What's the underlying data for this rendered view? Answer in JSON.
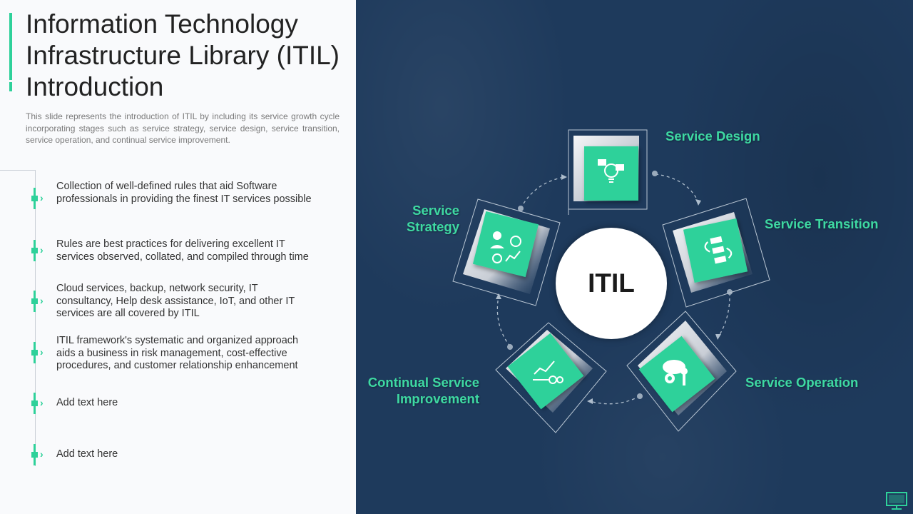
{
  "slide": {
    "title": "Information Technology Infrastructure Library (ITIL) Introduction",
    "description": "This slide represents the introduction of ITIL by including its service growth cycle incorporating stages such as service strategy, service design, service transition, service operation, and continual service improvement.",
    "bullets": [
      "Collection of well-defined rules that aid Software professionals in providing the finest IT services possible",
      "Rules are best practices for delivering excellent IT services observed, collated, and compiled through time",
      "Cloud services, backup, network security, IT consultancy, Help desk assistance, IoT, and other IT services are all covered by ITIL",
      "ITIL framework's systematic and organized approach aids a business in risk management, cost-effective procedures, and customer relationship enhancement",
      "Add text here",
      "Add text here"
    ]
  },
  "diagram": {
    "center_label": "ITIL",
    "stages": {
      "design": "Service Design",
      "transition": "Service Transition",
      "operation": "Service Operation",
      "improvement_line1": "Continual Service",
      "improvement_line2": "Improvement",
      "strategy_line1": "Service",
      "strategy_line2": "Strategy"
    },
    "icons": {
      "design": "lightbulb-chat-icon",
      "transition": "process-flow-icon",
      "operation": "cloud-gears-icon",
      "improvement": "growth-chart-gear-icon",
      "strategy": "businessman-dollar-icon"
    }
  },
  "colors": {
    "accent": "#2ed19a",
    "label": "#3ed9a2",
    "background_dark": "#1e3a5c",
    "left_panel": "#f9fafc"
  }
}
